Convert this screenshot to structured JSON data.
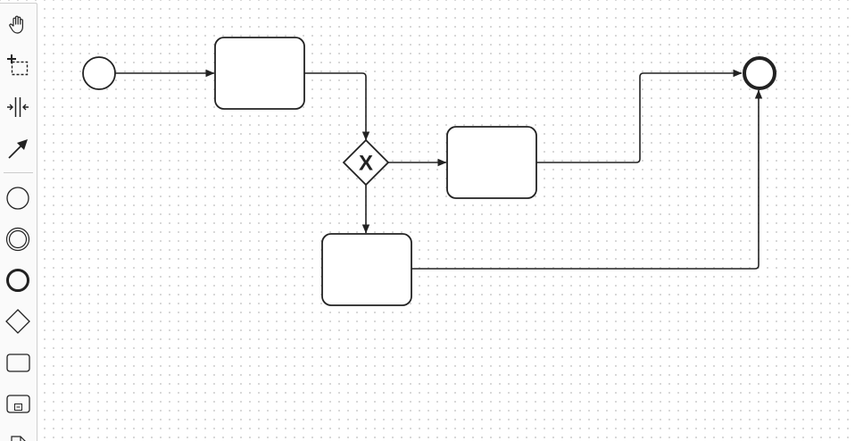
{
  "palette": {
    "tools": [
      {
        "name": "hand-tool",
        "icon": "hand-icon"
      },
      {
        "name": "lasso-tool",
        "icon": "lasso-icon"
      },
      {
        "name": "space-tool",
        "icon": "space-icon"
      },
      {
        "name": "global-connect-tool",
        "icon": "connect-arrow-icon"
      },
      {
        "name": "create-start-event",
        "icon": "start-event-icon"
      },
      {
        "name": "create-intermediate-event",
        "icon": "intermediate-event-icon"
      },
      {
        "name": "create-end-event",
        "icon": "end-event-icon"
      },
      {
        "name": "create-gateway",
        "icon": "gateway-icon"
      },
      {
        "name": "create-task",
        "icon": "task-icon"
      },
      {
        "name": "create-subprocess",
        "icon": "subprocess-icon"
      },
      {
        "name": "create-data-object",
        "icon": "data-object-icon"
      }
    ]
  },
  "diagram": {
    "elements": [
      {
        "id": "start",
        "type": "start-event",
        "label": ""
      },
      {
        "id": "task1",
        "type": "task",
        "label": ""
      },
      {
        "id": "gateway",
        "type": "exclusive-gateway",
        "label": "",
        "marker": "X"
      },
      {
        "id": "task2",
        "type": "task",
        "label": ""
      },
      {
        "id": "task3",
        "type": "task",
        "label": ""
      },
      {
        "id": "end",
        "type": "end-event",
        "label": ""
      }
    ],
    "flows": [
      {
        "id": "flow-start-task1",
        "from": "start",
        "to": "task1"
      },
      {
        "id": "flow-task1-gateway",
        "from": "task1",
        "to": "gateway"
      },
      {
        "id": "flow-gateway-task2",
        "from": "gateway",
        "to": "task2"
      },
      {
        "id": "flow-gateway-task3",
        "from": "gateway",
        "to": "task3"
      },
      {
        "id": "flow-task2-end",
        "from": "task2",
        "to": "end"
      },
      {
        "id": "flow-task3-end",
        "from": "task3",
        "to": "end"
      }
    ],
    "stroke_color": "#222222",
    "fill_color": "#ffffff"
  }
}
